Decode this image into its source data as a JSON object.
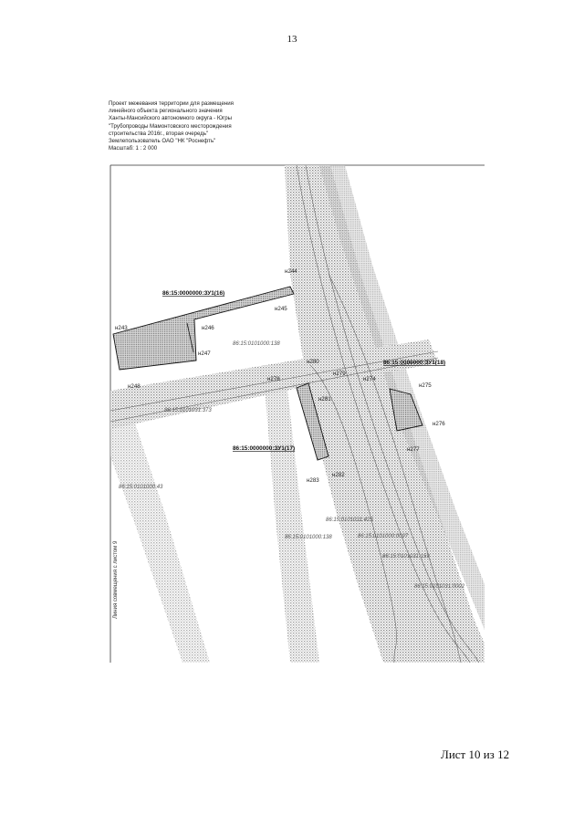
{
  "page": {
    "number": "13",
    "sheet_label": "Лист 10 из 12"
  },
  "title_block": {
    "lines": [
      "Проект межевания территории для размещения",
      "линейного объекта регионального значения",
      "Ханты-Мансийского автономного округа - Югры",
      "\"Трубопроводы Мамонтовского месторождения",
      "строительства 2016г., вторая очередь\"",
      "Землепользователь  ОАО \"НК \"Роснефть\"",
      "Масштаб:  1 : 2 000"
    ]
  },
  "map": {
    "plots": {
      "zu16": "86:15:0000000:ЗУ1(16)",
      "zu17": "86:15:0000000:ЗУ1(17)",
      "zu18": "86:15:0000000:ЗУ1(18)"
    },
    "points": {
      "n243": "н243",
      "n244": "н244",
      "n245": "н245",
      "n246": "н246",
      "n247": "н247",
      "n248": "н248",
      "n274": "н274",
      "n275": "н275",
      "n276": "н276",
      "n277": "н277",
      "n278": "н278",
      "n279": "н279",
      "n280": "н280",
      "n281": "н281",
      "n282": "н282",
      "n283": "н283"
    },
    "cadastral": {
      "c1": "86:15:0101000:138",
      "c2": "86:15:0101031:373",
      "c3": "86:15:0101000:43",
      "c4": "86:15:0101031:425",
      "c5": "86:15:0101000:0097",
      "c6": "86:15:0101000:138",
      "c7": "86:15:0101031:159",
      "c8": "86:15:0101031:0002"
    },
    "sheet_join_label": "Линия совмещения с листом 9"
  }
}
